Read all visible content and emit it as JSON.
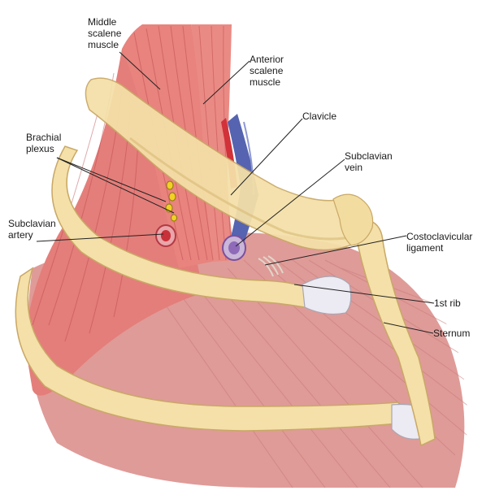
{
  "labels": {
    "middle_scalene": [
      "Middle",
      "scalene",
      "muscle"
    ],
    "anterior_scalene": [
      "Anterior",
      "scalene",
      "muscle"
    ],
    "clavicle": [
      "Clavicle"
    ],
    "brachial_plexus": [
      "Brachial",
      "plexus"
    ],
    "subclavian_vein": [
      "Subclavian",
      "vein"
    ],
    "subclavian_artery": [
      "Subclavian",
      "artery"
    ],
    "costoclavicular_ligament": [
      "Costoclavicular",
      "ligament"
    ],
    "first_rib": [
      "1st rib"
    ],
    "sternum": [
      "Sternum"
    ]
  },
  "colors": {
    "muscle": "#e6827e",
    "muscle_dark": "#c95a58",
    "muscle_fiber": "#b8444a",
    "muscle_light": "#f0a8a2",
    "chest_muscle": "#df9b98",
    "bone": "#f4e0a8",
    "bone_shadow": "#dcbf7c",
    "bone_outline": "#c9a866",
    "cartilage": "#eceaf2",
    "artery": "#d2323a",
    "vein": "#5563b0",
    "nerve": "#f2d024",
    "leader_line": "#222222"
  }
}
